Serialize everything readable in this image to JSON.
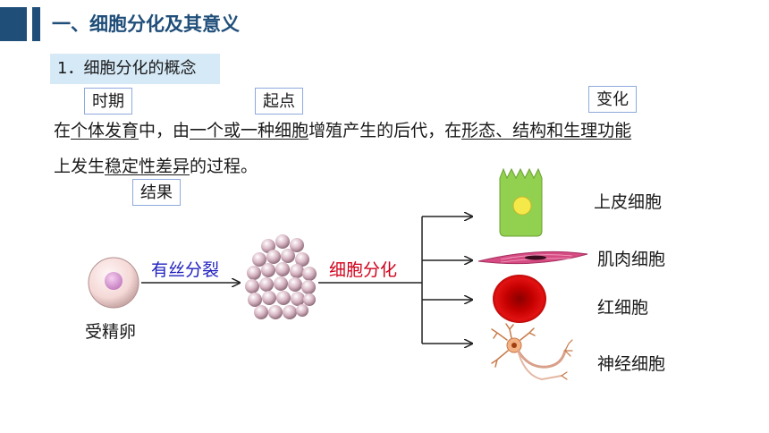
{
  "heading": "一、细胞分化及其意义",
  "subheading": "1．细胞分化的概念",
  "tags": {
    "period": "时期",
    "origin": "起点",
    "change": "变化",
    "result": "结果"
  },
  "paragraph": {
    "l1_a": "在",
    "l1_b": "个体发育",
    "l1_c": "中，由",
    "l1_d": "一个或一种细胞",
    "l1_e": "增殖产生的后代，在",
    "l1_f": "形态、结构和生理功能",
    "l2_a": "上发生",
    "l2_b": "稳定性差异",
    "l2_c": "的过程。"
  },
  "diagram": {
    "egg_label": "受精卵",
    "arrow1_label": "有丝分裂",
    "arrow2_label": "细胞分化",
    "cells": [
      "上皮细胞",
      "肌肉细胞",
      "红细胞",
      "神经细胞"
    ]
  },
  "colors": {
    "heading": "#1f4e79",
    "mitosis_label": "#1f1fbf",
    "differentiation_label": "#d0021b"
  }
}
